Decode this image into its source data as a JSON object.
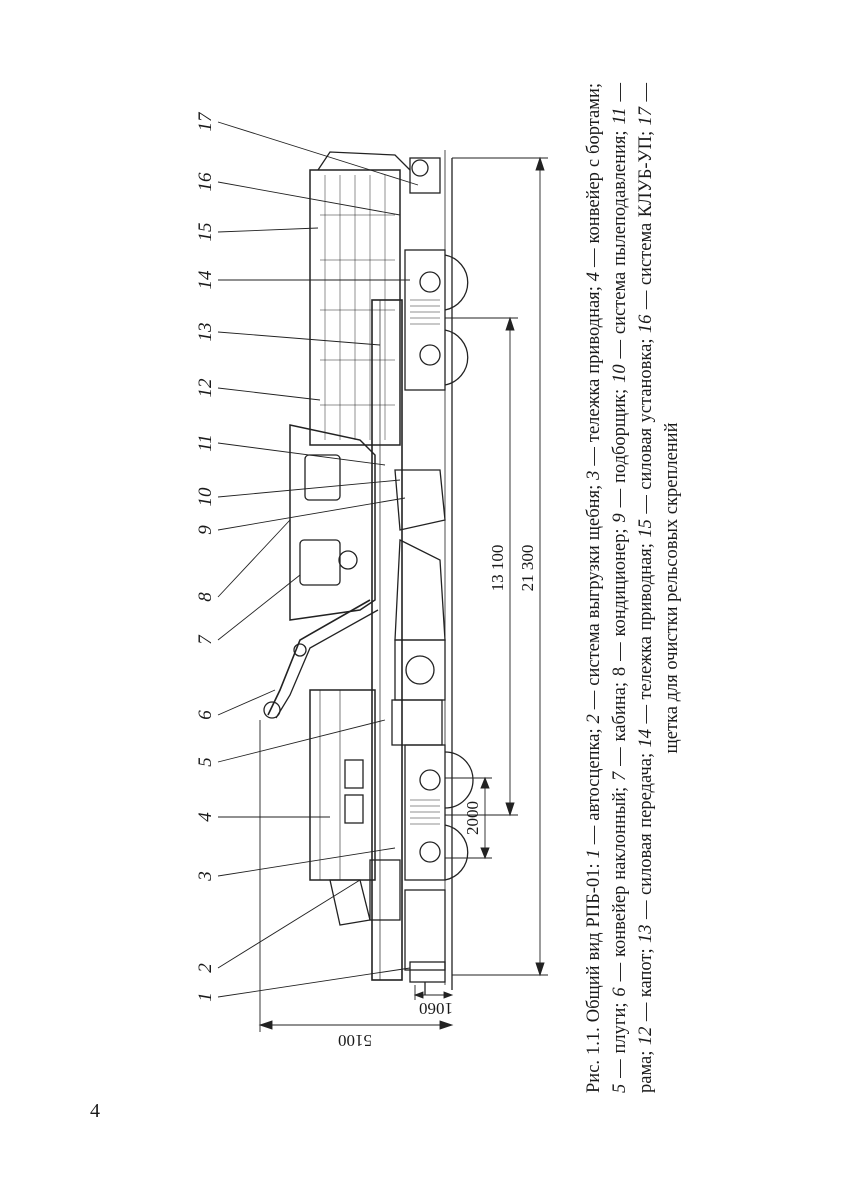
{
  "page_number": "4",
  "figure": {
    "caption_prefix": "Рис. 1.1.",
    "caption_title": "Общий вид РПБ-01:",
    "items": [
      {
        "n": "1",
        "text": "автосцепка;"
      },
      {
        "n": "2",
        "text": "система выгрузки щебня;"
      },
      {
        "n": "3",
        "text": "тележка приводная;"
      },
      {
        "n": "4",
        "text": "конвейер с бортами;"
      },
      {
        "n": "5",
        "text": "плуги;"
      },
      {
        "n": "6",
        "text": "конвейер наклонный;"
      },
      {
        "n": "7",
        "text": "кабина; 8 — кондиционер;"
      },
      {
        "n": "9",
        "text": "подборщик;"
      },
      {
        "n": "10",
        "text": "система пылеподавления;"
      },
      {
        "n": "11",
        "text": "рама;"
      },
      {
        "n": "12",
        "text": "капот;"
      },
      {
        "n": "13",
        "text": "силовая передача;"
      },
      {
        "n": "14",
        "text": "тележка приводная;"
      },
      {
        "n": "15",
        "text": "силовая установка;"
      },
      {
        "n": "16",
        "text": "система КЛУБ-УП;"
      },
      {
        "n": "17",
        "text": "щетка для очистки рельсовых скреплений"
      }
    ],
    "callouts": [
      "1",
      "2",
      "3",
      "4",
      "5",
      "6",
      "7",
      "8",
      "9",
      "10",
      "11",
      "12",
      "13",
      "14",
      "15",
      "16",
      "17"
    ],
    "dimensions": {
      "overall_length": "21 300",
      "bogie_spacing": "13 100",
      "axle_base": "2000",
      "height": "5100",
      "gauge": "1060"
    }
  }
}
